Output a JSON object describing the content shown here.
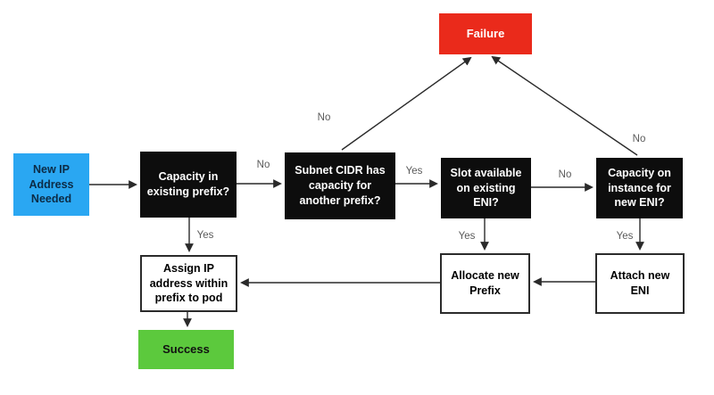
{
  "colors": {
    "start_bg": "#2aa7f2",
    "start_text": "#0c2b45",
    "decision_bg": "#0d0d0d",
    "decision_text": "#ffffff",
    "action_bg": "#ffffff",
    "action_text": "#000000",
    "failure_bg": "#ea2a1b",
    "failure_text": "#ffffff",
    "success_bg": "#5cc93d",
    "success_text": "#111111",
    "edge_label_text": "#5a5a5a"
  },
  "nodes": {
    "start": {
      "label": "New IP\nAddress\nNeeded"
    },
    "capacity_existing_prefix": {
      "label": "Capacity in\nexisting prefix?"
    },
    "subnet_cidr": {
      "label": "Subnet CIDR has\ncapacity for\nanother prefix?"
    },
    "slot_available": {
      "label": "Slot available\non existing\nENI?"
    },
    "capacity_instance": {
      "label": "Capacity on\ninstance for\nnew ENI?"
    },
    "failure": {
      "label": "Failure"
    },
    "assign_ip": {
      "label": "Assign IP\naddress within\nprefix to pod"
    },
    "allocate_prefix": {
      "label": "Allocate new\nPrefix"
    },
    "attach_eni": {
      "label": "Attach new\nENI"
    },
    "success": {
      "label": "Success"
    }
  },
  "edge_labels": {
    "no_capacity_to_subnet": "No",
    "yes_capacity_to_assign": "Yes",
    "no_subnet_to_failure": "No",
    "yes_subnet_to_slot": "Yes",
    "no_slot_to_instance": "No",
    "yes_slot_to_allocate": "Yes",
    "no_instance_to_failure": "No",
    "yes_instance_to_attach": "Yes"
  }
}
